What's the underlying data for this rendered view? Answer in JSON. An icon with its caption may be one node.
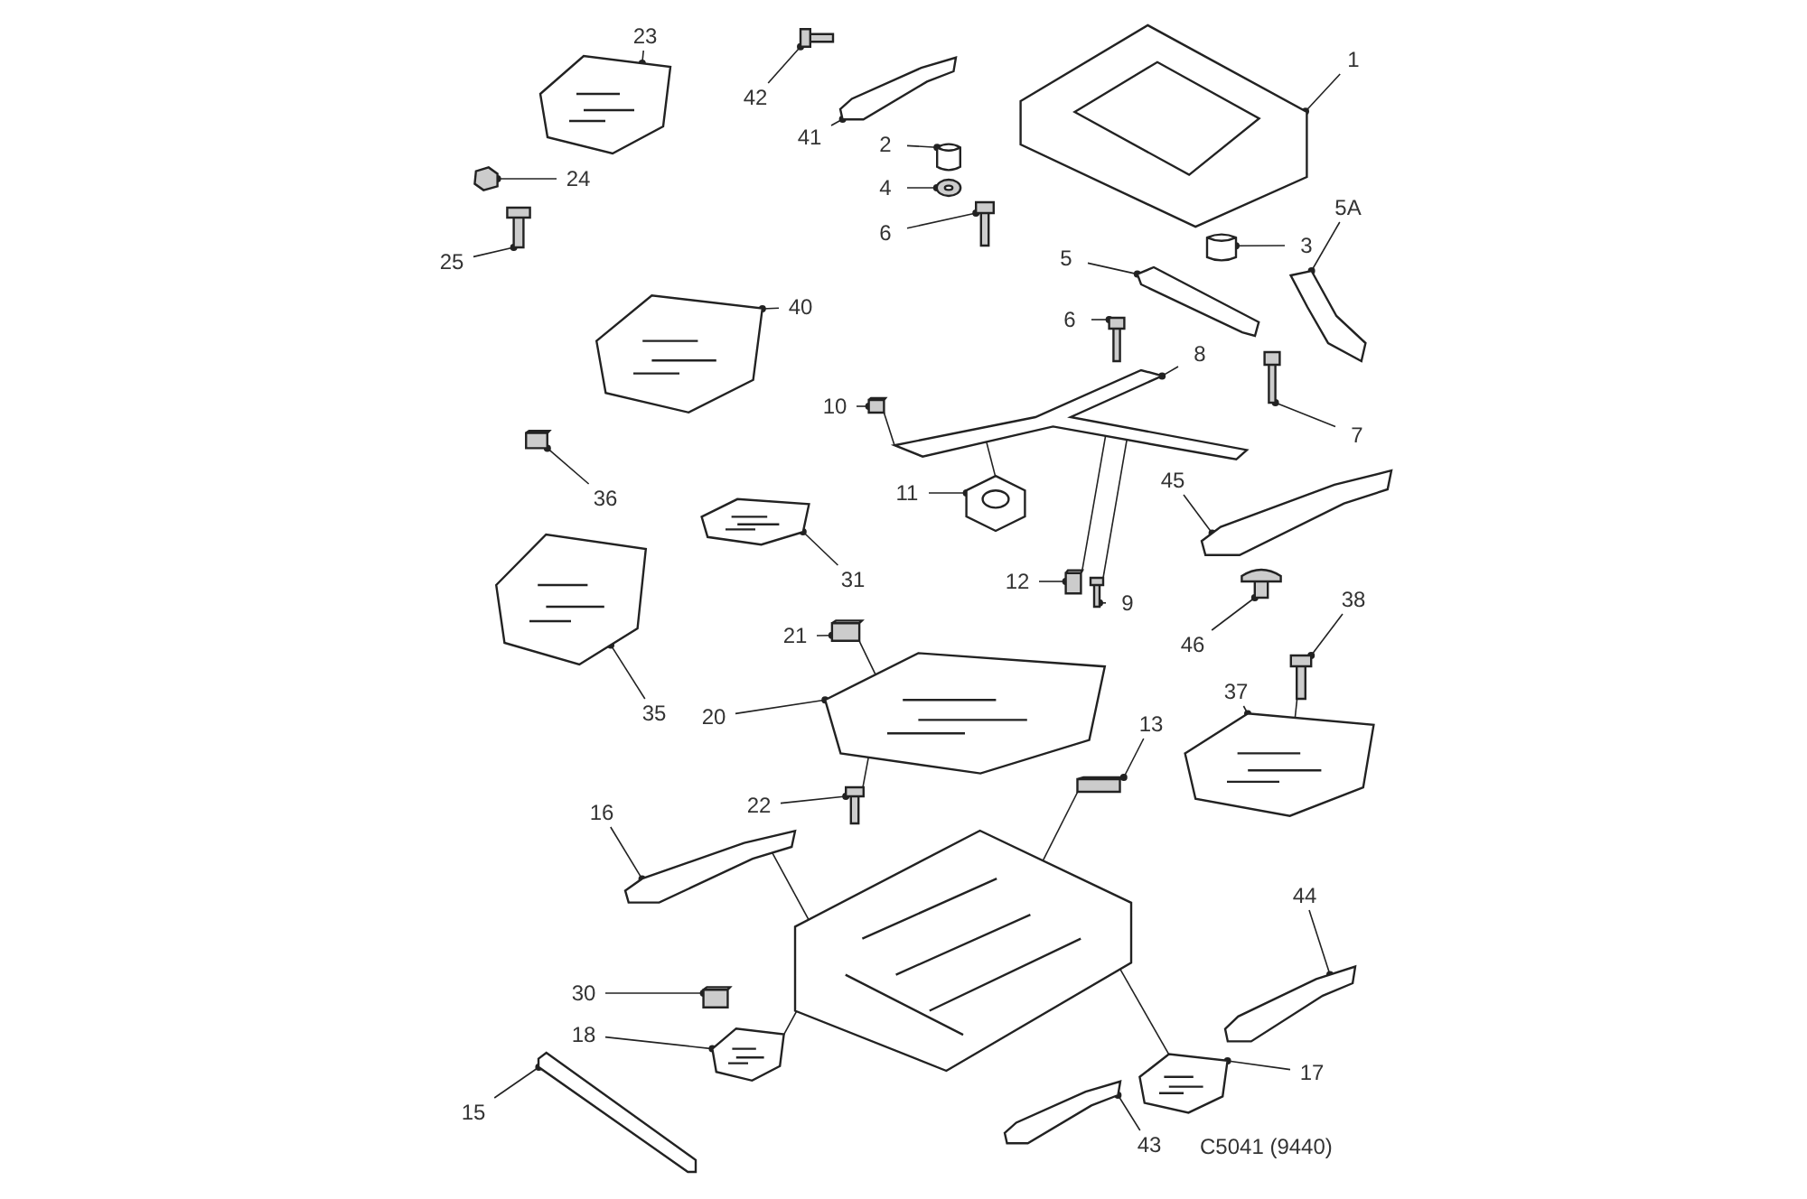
{
  "diagram": {
    "nodes": [
      {
        "text": [
          "23"
        ]
      },
      {
        "text": [],
        "shape": "picture"
      },
      {
        "text": [
          "42"
        ]
      },
      {
        "text": [],
        "shape": "picture"
      },
      {
        "text": [
          "41"
        ]
      },
      {
        "text": [],
        "shape": "picture"
      },
      {
        "text": [
          "1"
        ]
      },
      {
        "text": [],
        "shape": "picture"
      },
      {
        "text": [
          "2"
        ]
      },
      {
        "text": [],
        "shape": "picture"
      },
      {
        "text": [
          "24"
        ]
      },
      {
        "text": [],
        "shape": "picture"
      },
      {
        "text": [
          "4"
        ]
      },
      {
        "text": [],
        "shape": "circle"
      },
      {
        "text": [
          "25"
        ]
      },
      {
        "text": [],
        "shape": "picture"
      },
      {
        "text": [
          "6"
        ]
      },
      {
        "text": [],
        "shape": "picture"
      },
      {
        "text": [
          "5A"
        ]
      },
      {
        "text": [],
        "shape": "picture"
      },
      {
        "text": [
          "3"
        ]
      },
      {
        "text": [],
        "shape": "picture"
      },
      {
        "text": [
          "5"
        ]
      },
      {
        "text": [],
        "shape": "picture"
      },
      {
        "text": [
          "40"
        ]
      },
      {
        "text": [],
        "shape": "picture"
      },
      {
        "text": [
          "6"
        ]
      },
      {
        "text": [],
        "shape": "picture"
      },
      {
        "text": [
          "8"
        ]
      },
      {
        "text": [],
        "shape": "picture"
      },
      {
        "text": [
          "10"
        ]
      },
      {
        "text": [],
        "shape": "box"
      },
      {
        "text": [
          "7"
        ]
      },
      {
        "text": [],
        "shape": "picture"
      },
      {
        "text": [
          "36"
        ]
      },
      {
        "text": [],
        "shape": "box"
      },
      {
        "text": [
          "45"
        ]
      },
      {
        "text": [],
        "shape": "picture"
      },
      {
        "text": [
          "11"
        ]
      },
      {
        "text": [],
        "shape": "picture"
      },
      {
        "text": [
          "31"
        ]
      },
      {
        "text": [],
        "shape": "picture"
      },
      {
        "text": [
          "12"
        ]
      },
      {
        "text": [],
        "shape": "box"
      },
      {
        "text": [
          "9"
        ]
      },
      {
        "text": [],
        "shape": "picture"
      },
      {
        "text": [
          "46"
        ]
      },
      {
        "text": [],
        "shape": "picture"
      },
      {
        "text": [
          "38"
        ]
      },
      {
        "text": [],
        "shape": "picture"
      },
      {
        "text": [
          "21"
        ]
      },
      {
        "text": [],
        "shape": "box"
      },
      {
        "text": [
          "35"
        ]
      },
      {
        "text": [],
        "shape": "picture"
      },
      {
        "text": [
          "20"
        ]
      },
      {
        "text": [],
        "shape": "picture"
      },
      {
        "text": [
          "37"
        ]
      },
      {
        "text": [],
        "shape": "picture"
      },
      {
        "text": [
          "13"
        ]
      },
      {
        "text": [],
        "shape": "box"
      },
      {
        "text": [
          "22"
        ]
      },
      {
        "text": [],
        "shape": "picture"
      },
      {
        "text": [
          "16"
        ]
      },
      {
        "text": [],
        "shape": "picture"
      },
      {
        "text": [],
        "shape": "picture"
      },
      {
        "text": [
          "44"
        ]
      },
      {
        "text": [],
        "shape": "picture"
      },
      {
        "text": [
          "30"
        ]
      },
      {
        "text": [],
        "shape": "box"
      },
      {
        "text": [
          "18"
        ]
      },
      {
        "text": [],
        "shape": "picture"
      },
      {
        "text": [
          "15"
        ]
      },
      {
        "text": [],
        "shape": "picture"
      },
      {
        "text": [
          "17"
        ]
      },
      {
        "text": [],
        "shape": "picture"
      },
      {
        "text": [
          "43"
        ]
      },
      {
        "text": [],
        "shape": "picture"
      }
    ],
    "edges": [
      {
        "from": 0,
        "to": 1,
        "arrow": "other"
      },
      {
        "from": 2,
        "to": 3,
        "arrow": "other"
      },
      {
        "from": 4,
        "to": 5,
        "arrow": "other"
      },
      {
        "from": 6,
        "to": 7,
        "arrow": "other"
      },
      {
        "from": 8,
        "to": 9,
        "arrow": "other"
      },
      {
        "from": 10,
        "to": 11,
        "arrow": "other"
      },
      {
        "from": 12,
        "to": 13,
        "arrow": "other"
      },
      {
        "from": 14,
        "to": 15,
        "arrow": "other"
      },
      {
        "from": 16,
        "to": 17,
        "arrow": "other"
      },
      {
        "from": 18,
        "to": 19,
        "arrow": "other"
      },
      {
        "from": 20,
        "to": 21,
        "arrow": "other"
      },
      {
        "from": 22,
        "to": 23,
        "arrow": "other"
      },
      {
        "from": 24,
        "to": 25,
        "arrow": "other"
      },
      {
        "from": 26,
        "to": 27,
        "arrow": "other"
      },
      {
        "from": 28,
        "to": 29,
        "arrow": "other"
      },
      {
        "from": 30,
        "to": 31,
        "arrow": "other"
      },
      {
        "from": 32,
        "to": 33,
        "arrow": "other"
      },
      {
        "from": 34,
        "to": 35,
        "arrow": "other"
      },
      {
        "from": 36,
        "to": 37,
        "arrow": "other"
      },
      {
        "from": 38,
        "to": 39,
        "arrow": "other"
      },
      {
        "from": 40,
        "to": 41,
        "arrow": "other"
      },
      {
        "from": 42,
        "to": 43,
        "arrow": "other"
      },
      {
        "from": 44,
        "to": 45,
        "arrow": "other"
      },
      {
        "from": 46,
        "to": 47,
        "arrow": "other"
      },
      {
        "from": 48,
        "to": 49,
        "arrow": "other"
      },
      {
        "from": 50,
        "to": 51,
        "arrow": "other"
      },
      {
        "from": 52,
        "to": 53,
        "arrow": "other"
      },
      {
        "from": 54,
        "to": 55,
        "arrow": "other"
      },
      {
        "from": 56,
        "to": 57,
        "arrow": "other"
      },
      {
        "from": 58,
        "to": 59,
        "arrow": "other"
      },
      {
        "from": 60,
        "to": 61,
        "arrow": "other"
      },
      {
        "from": 62,
        "to": 63,
        "arrow": "other"
      },
      {
        "from": 65,
        "to": 66,
        "arrow": "other"
      },
      {
        "from": 67,
        "to": 68,
        "arrow": "other"
      },
      {
        "from": 69,
        "to": 70,
        "arrow": "other"
      },
      {
        "from": 71,
        "to": 72,
        "arrow": "other"
      },
      {
        "from": 73,
        "to": 74,
        "arrow": "other"
      },
      {
        "from": 75,
        "to": 76,
        "arrow": "other"
      },
      {
        "from": 51,
        "to": 55,
        "arrow": "none"
      },
      {
        "from": 61,
        "to": 55,
        "arrow": "none"
      },
      {
        "from": 31,
        "to": 29,
        "arrow": "none"
      },
      {
        "from": 39,
        "to": 29,
        "arrow": "none"
      },
      {
        "from": 43,
        "to": 29,
        "arrow": "none"
      },
      {
        "from": 45,
        "to": 29,
        "arrow": "none"
      },
      {
        "from": 49,
        "to": 57,
        "arrow": "none"
      },
      {
        "from": 59,
        "to": 64,
        "arrow": "none"
      },
      {
        "from": 63,
        "to": 64,
        "arrow": "none"
      },
      {
        "from": 70,
        "to": 64,
        "arrow": "none"
      },
      {
        "from": 74,
        "to": 64,
        "arrow": "none"
      }
    ],
    "labels": [
      "C5041 (9440)"
    ]
  }
}
